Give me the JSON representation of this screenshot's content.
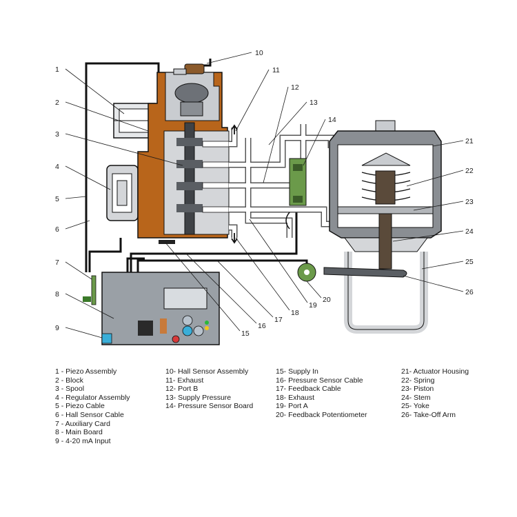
{
  "callouts": [
    "1",
    "2",
    "3",
    "4",
    "5",
    "6",
    "7",
    "8",
    "9",
    "10",
    "11",
    "12",
    "13",
    "14",
    "15",
    "16",
    "17",
    "18",
    "19",
    "20",
    "21",
    "22",
    "23",
    "24",
    "25",
    "26"
  ],
  "legend": {
    "col1": [
      "1 - Piezo Assembly",
      "2 - Block",
      "3 - Spool",
      "4 - Regulator Assembly",
      "5 - Piezo Cable",
      "6 - Hall Sensor Cable",
      "7 - Auxiliary Card",
      "8 - Main Board",
      "9 - 4-20 mA Input"
    ],
    "col2": [
      "10- Hall Sensor Assembly",
      "11- Exhaust",
      "12- Port B",
      "13- Supply Pressure",
      "14- Pressure Sensor Board"
    ],
    "col3": [
      "15- Supply In",
      "16- Pressure Sensor Cable",
      "17- Feedback Cable",
      "18- Exhaust",
      "19- Port A",
      "20- Feedback Potentiometer"
    ],
    "col4": [
      "21- Actuator Housing",
      "22- Spring",
      "23- Piston",
      "24- Stem",
      "25- Yoke",
      "26- Take-Off Arm"
    ]
  },
  "colors": {
    "block_brown": "#b8651b",
    "body_gray": "#8a8e93",
    "light_gray": "#d4d6d9",
    "board_gray": "#9aa0a6",
    "pcb_green": "#5a7d3c",
    "spool_dark": "#3f4246",
    "outline": "#1a1a1a"
  }
}
